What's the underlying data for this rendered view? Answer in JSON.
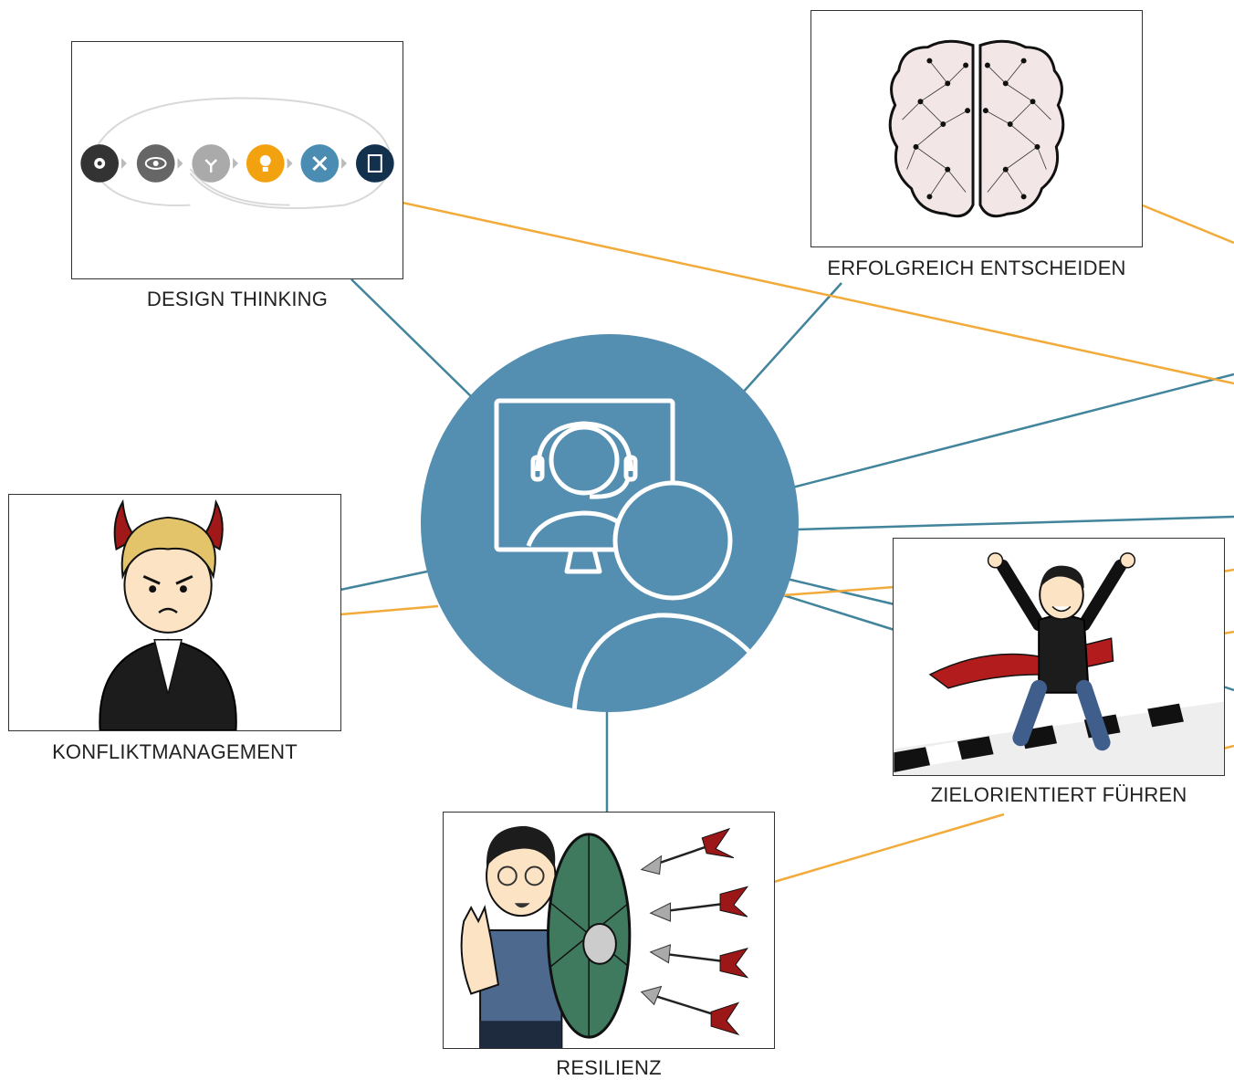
{
  "nodes": {
    "design_thinking": {
      "label": "DESIGN THINKING"
    },
    "erfolgreich_entscheiden": {
      "label": "ERFOLGREICH ENTSCHEIDEN"
    },
    "konfliktmanagement": {
      "label": "KONFLIKTMANAGEMENT"
    },
    "zielorientiert_fuehren": {
      "label": "ZIELORIENTIERT FÜHREN"
    },
    "resilienz": {
      "label": "RESILIENZ"
    }
  },
  "colors": {
    "hub": "#548eb0",
    "link_teal": "#41849b",
    "link_orange": "#f2ab3b"
  },
  "hub_icon": "online-coaching-icon"
}
